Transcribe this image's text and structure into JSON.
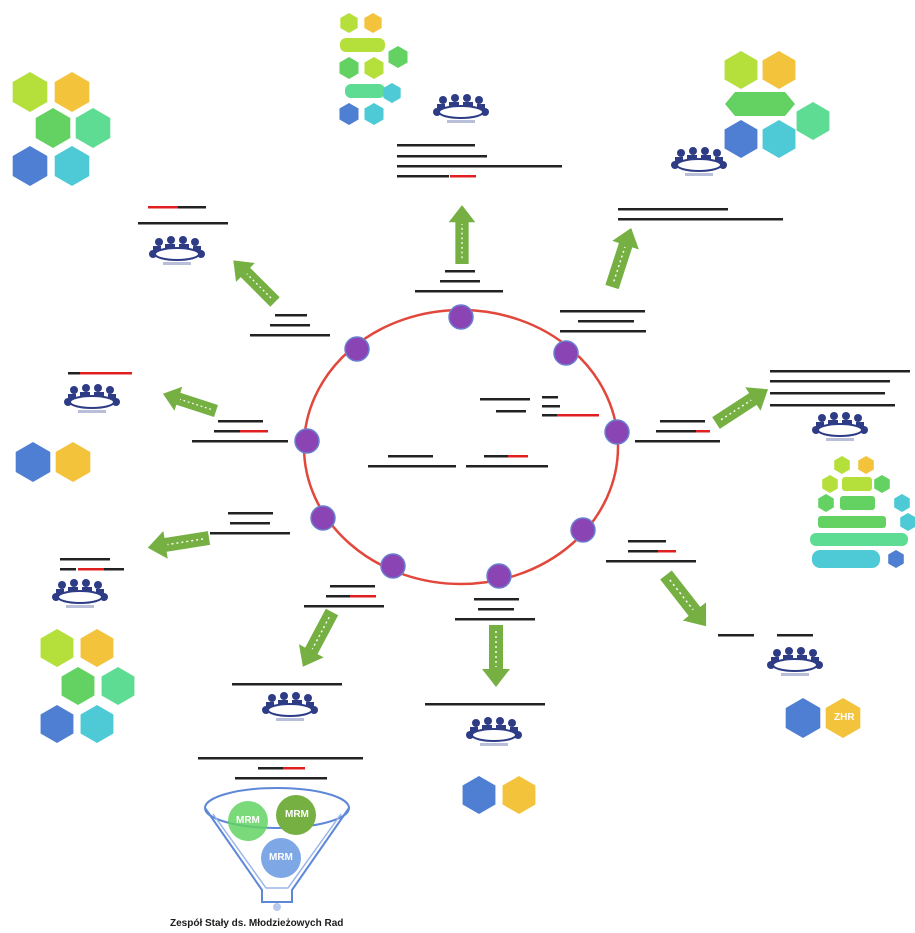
{
  "footer": {
    "title": "Zespół Stały ds. Młodzieżowych Rad"
  },
  "funnel": {
    "bubbles": [
      "MRM",
      "MRM",
      "MRM"
    ]
  },
  "hexes": {
    "zhr": "ZHR"
  },
  "colors": {
    "ring": "#e2473b",
    "node": "#8b44b4",
    "arrow": "#76b043",
    "people": "#2e3c86",
    "hex_yellow": "#f4c33c",
    "hex_lime": "#b5e03c",
    "hex_green": "#63d262",
    "hex_mint": "#5fdc94",
    "hex_blue": "#4f7fd2",
    "hex_cyan": "#4ec9d6"
  },
  "icons": [
    "meeting-table-icon",
    "hexagon-cluster",
    "arrow-icon",
    "funnel-icon"
  ]
}
